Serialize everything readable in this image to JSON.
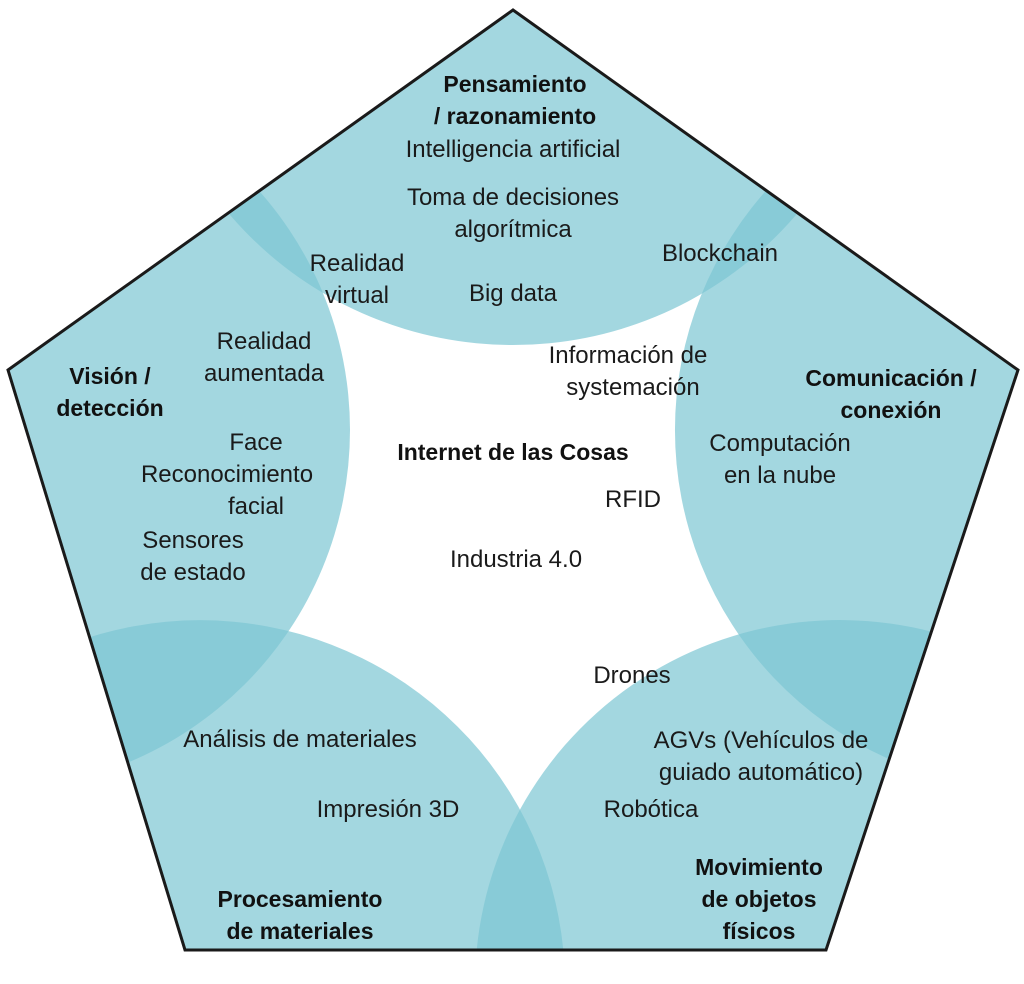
{
  "colors": {
    "circle": "#7cc6d3",
    "outline": "#1a1a1a"
  },
  "center": {
    "title": "Internet de las Cosas",
    "rfid": "RFID",
    "industria": "Industria 4.0"
  },
  "sections": {
    "top": {
      "title1": "Pensamiento",
      "title2": "/ razonamiento",
      "items": [
        "Intelligencia artificial",
        "Toma de decisiones",
        "algorítmica",
        "Big data",
        "Realidad",
        "virtual"
      ]
    },
    "right": {
      "title1": "Comunicación /",
      "title2": "conexión",
      "items": [
        "Blockchain",
        "Información de",
        "systemación",
        "Computación",
        "en la nube"
      ]
    },
    "left": {
      "title1": "Visión /",
      "title2": "detección",
      "items": [
        "Realidad",
        "aumentada",
        "Face",
        "Reconocimiento",
        "facial",
        "Sensores",
        "de estado"
      ]
    },
    "bottom_left": {
      "title1": "Procesamiento",
      "title2": "de materiales",
      "items": [
        "Análisis de materiales",
        "Impresión 3D"
      ]
    },
    "bottom_right": {
      "title1": "Movimiento",
      "title2": "de objetos",
      "title3": "físicos",
      "items": [
        "Drones",
        "AGVs (Vehículos de",
        "guiado automático)",
        "Robótica"
      ]
    }
  }
}
